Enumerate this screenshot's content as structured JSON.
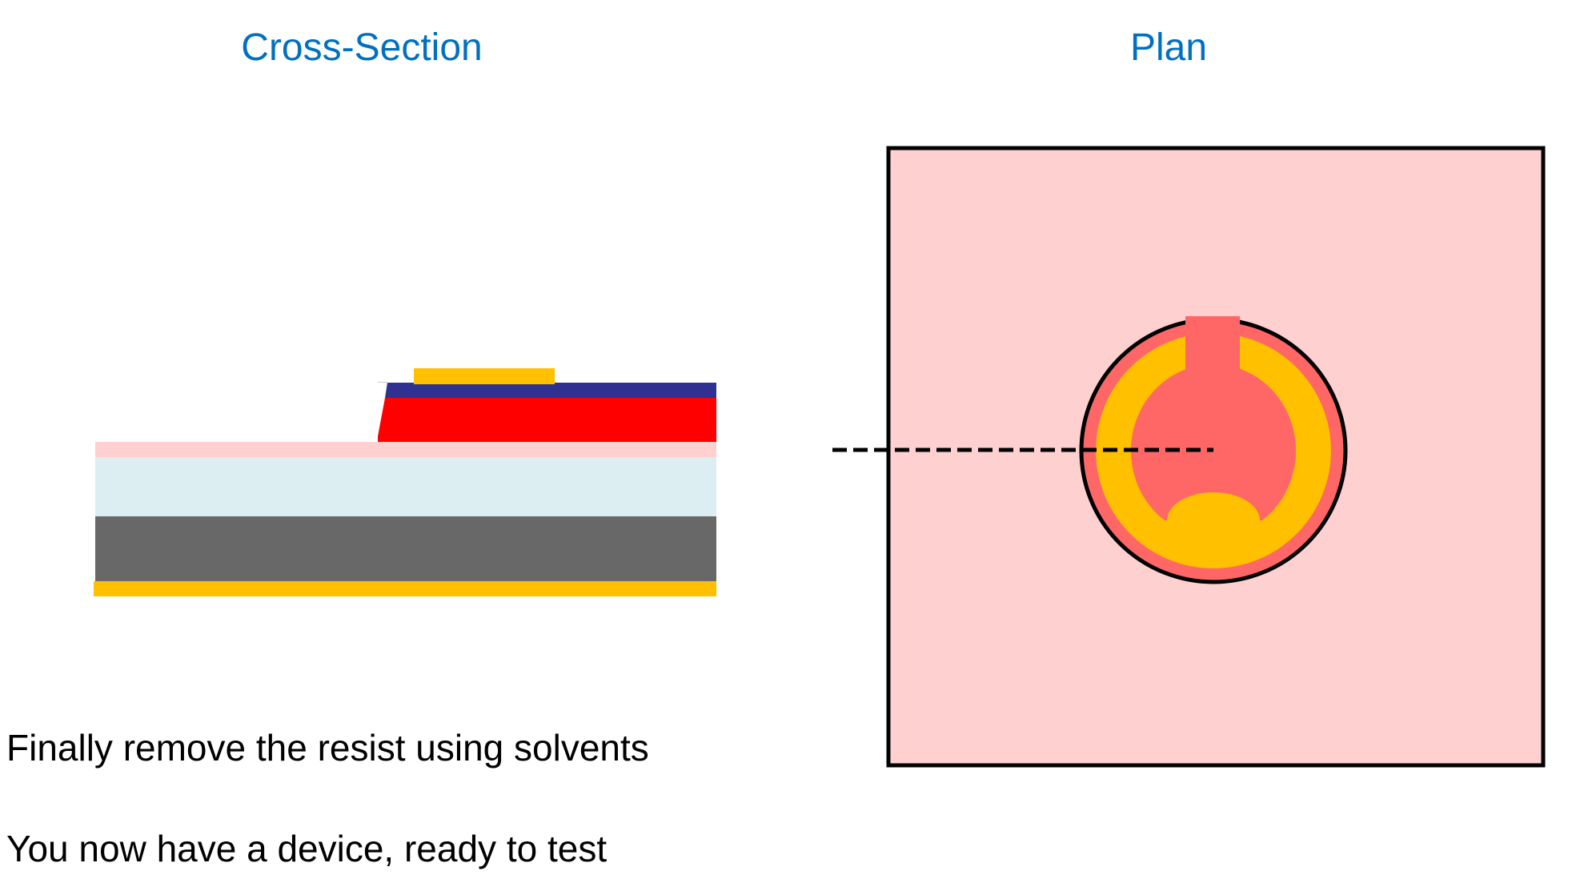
{
  "titles": {
    "cross_section": "Cross-Section",
    "plan": "Plan"
  },
  "captions": [
    "Finally remove the resist using solvents",
    "You now have a device, ready to test"
  ],
  "colors": {
    "title": "#0070C0",
    "gold_contact": "#FFC000",
    "cap_layer": "#2E3192",
    "mesa": "#FF0000",
    "cladding": "#FFD0D0",
    "buffer": "#DDEEF2",
    "substrate": "#686868",
    "plan_background": "#FFD0D0",
    "plan_mesa": "#FF6666",
    "outline": "#000000"
  },
  "cross_section_layers": [
    {
      "name": "top-contact",
      "material": "gold"
    },
    {
      "name": "cap-layer",
      "material": "navy"
    },
    {
      "name": "mesa",
      "material": "red"
    },
    {
      "name": "cladding",
      "material": "light-pink"
    },
    {
      "name": "buffer",
      "material": "light-cyan"
    },
    {
      "name": "substrate",
      "material": "gray"
    },
    {
      "name": "back-contact",
      "material": "gold"
    }
  ],
  "plan_elements": [
    {
      "name": "chip-outline"
    },
    {
      "name": "mesa-circle"
    },
    {
      "name": "ring-contact"
    },
    {
      "name": "contact-gap"
    },
    {
      "name": "contact-tab"
    },
    {
      "name": "section-cut-line"
    }
  ]
}
